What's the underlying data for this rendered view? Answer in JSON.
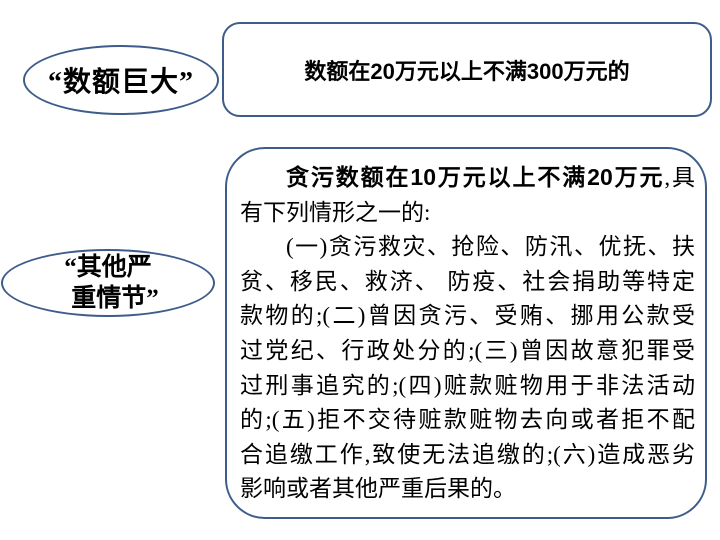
{
  "colors": {
    "background": "#ffffff",
    "shape_border": "#3E5C8A",
    "text": "#000000"
  },
  "ellipse_amount_huge": {
    "label": "“数额巨大”"
  },
  "ellipse_other_serious": {
    "line1": "“其他严",
    "line2": "重情节”"
  },
  "box_amount_definition": {
    "segments": [
      {
        "text": "数额在",
        "bold": true
      },
      {
        "text": "20",
        "bold": true,
        "num": true
      },
      {
        "text": "万元以上不满",
        "bold": true
      },
      {
        "text": "300",
        "bold": true,
        "num": true
      },
      {
        "text": "万元的",
        "bold": true
      }
    ]
  },
  "box_serious_definition": {
    "lines": [
      {
        "indent": true,
        "justify": true,
        "segments": [
          {
            "text": "贪污数额在",
            "bold": true
          },
          {
            "text": "10",
            "bold": true,
            "num": true
          },
          {
            "text": "万元以上不满",
            "bold": true
          },
          {
            "text": "20",
            "bold": true,
            "num": true
          },
          {
            "text": "万元",
            "bold": true
          },
          {
            "text": ",具"
          }
        ]
      },
      {
        "segments": [
          {
            "text": "有下列情形之一的:"
          }
        ]
      },
      {
        "indent": true,
        "justify": true,
        "segments": [
          {
            "text": "(一)贪污救灾、抢险、防汛、优抚、扶"
          }
        ]
      },
      {
        "justify": true,
        "segments": [
          {
            "text": "贫、移民、救济、 防疫、社会捐助等特定"
          }
        ]
      },
      {
        "justify": true,
        "segments": [
          {
            "text": "款物的;(二)曾因贪污、受贿、挪用公款受"
          }
        ]
      },
      {
        "justify": true,
        "segments": [
          {
            "text": "过党纪、行政处分的;(三)曾因故意犯罪受"
          }
        ]
      },
      {
        "justify": true,
        "segments": [
          {
            "text": "过刑事追究的;(四)赃款赃物用于非法活动"
          }
        ]
      },
      {
        "justify": true,
        "segments": [
          {
            "text": "的;(五)拒不交待赃款赃物去向或者拒不配"
          }
        ]
      },
      {
        "justify": true,
        "segments": [
          {
            "text": "合追缴工作,致使无法追缴的;(六)造成恶劣"
          }
        ]
      },
      {
        "segments": [
          {
            "text": "影响或者其他严重后果的。"
          }
        ]
      }
    ]
  }
}
